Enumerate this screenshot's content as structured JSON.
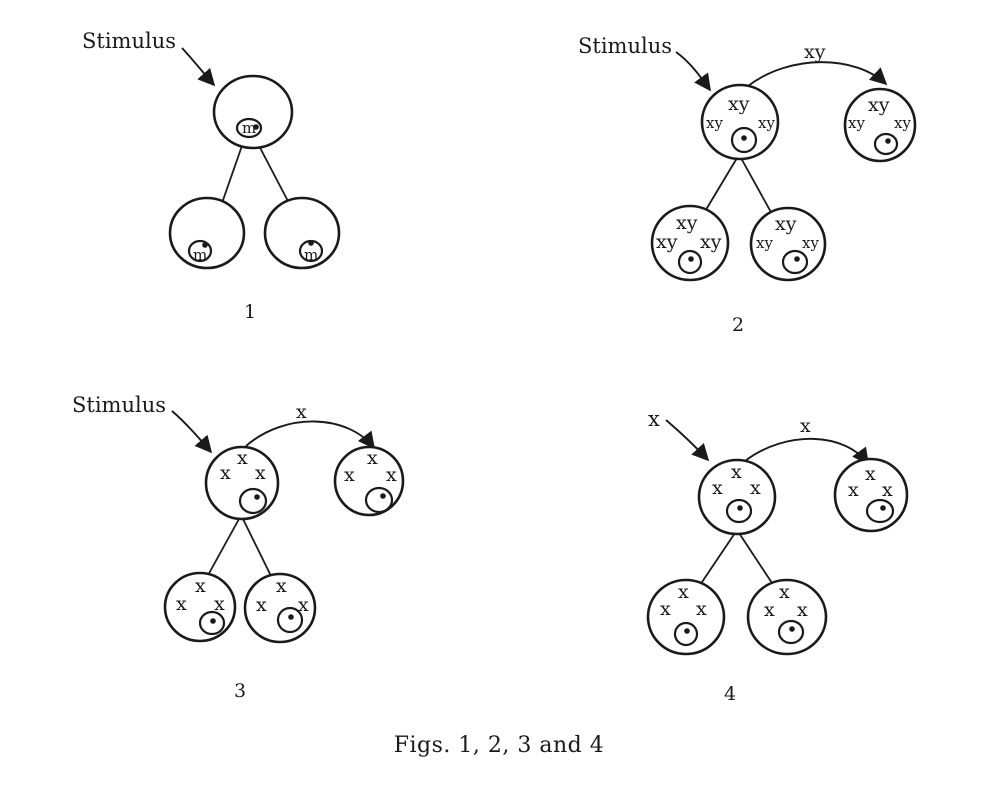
{
  "fig1": {
    "stimulus_label": "Stimulus",
    "marker": "m",
    "number": "1"
  },
  "fig2": {
    "stimulus_label": "Stimulus",
    "transfer_label": "xy",
    "marker": "xy",
    "number": "2"
  },
  "fig3": {
    "stimulus_label": "Stimulus",
    "transfer_label": "x",
    "marker": "x",
    "number": "3"
  },
  "fig4": {
    "stimulus_label": "x",
    "transfer_label": "x",
    "marker": "x",
    "number": "4"
  },
  "caption": "Figs. 1, 2, 3 and 4"
}
